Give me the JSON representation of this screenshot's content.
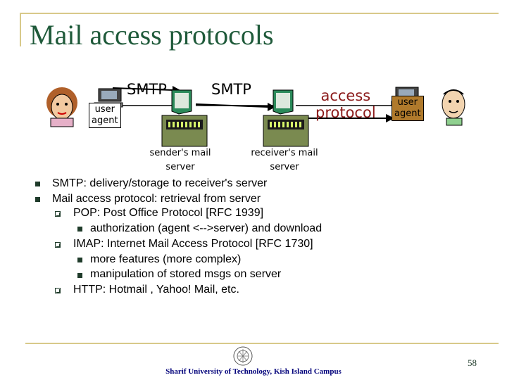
{
  "slide": {
    "title": "Mail access protocols",
    "page_number": "58",
    "footer": "Sharif University of Technology, Kish Island Campus"
  },
  "diagram": {
    "smtp_label_1": "SMTP",
    "smtp_label_2": "SMTP",
    "access_label_line1": "access",
    "access_label_line2": "protocol",
    "user_agent_left": [
      "user",
      "agent"
    ],
    "user_agent_right": [
      "user",
      "agent"
    ],
    "sender_server_label": [
      "sender's mail",
      "server"
    ],
    "receiver_server_label": [
      "receiver's mail",
      "server"
    ]
  },
  "bullets": [
    {
      "text": "SMTP: delivery/storage to receiver's server",
      "level": 1
    },
    {
      "text": "Mail access protocol: retrieval from server",
      "level": 1
    },
    {
      "text": "POP: Post Office Protocol [RFC 1939]",
      "level": 2
    },
    {
      "text": "authorization (agent <-->server) and download",
      "level": 3
    },
    {
      "text": "IMAP: Internet Mail Access Protocol [RFC 1730]",
      "level": 2
    },
    {
      "text": "more features (more complex)",
      "level": 3
    },
    {
      "text": "manipulation of stored msgs on server",
      "level": 3
    },
    {
      "text": "HTTP: Hotmail , Yahoo! Mail, etc.",
      "level": 2
    }
  ],
  "icons": [
    "woman-user-icon",
    "man-user-icon",
    "computer-icon",
    "mail-server-icon",
    "university-logo-icon"
  ]
}
